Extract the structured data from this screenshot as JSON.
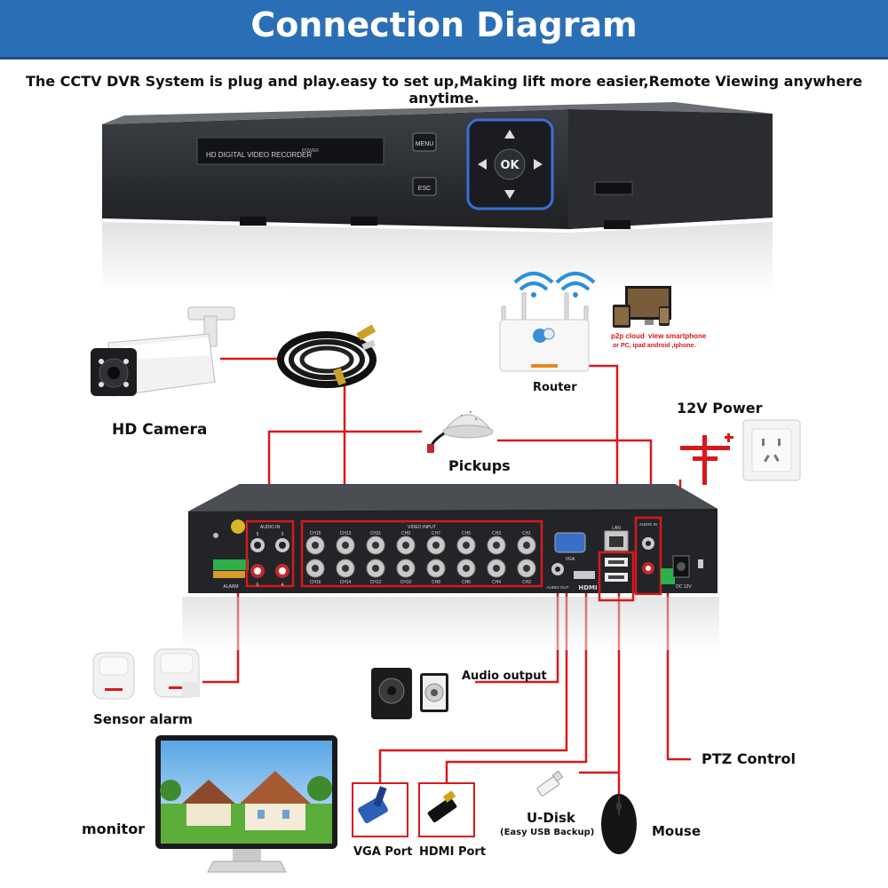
{
  "header": {
    "title": "Connection Diagram",
    "subtitle": "The CCTV DVR System is plug and play.easy to set up,Making lift more easier,Remote Viewing anywhere anytime."
  },
  "dvr_front": {
    "panel_text": "HD DIGITAL VIDEO RECORDER",
    "power_text": "POWER",
    "menu_label": "MENU",
    "esc_label": "ESC",
    "ok_label": "OK"
  },
  "devices": {
    "hd_camera": "HD Camera",
    "pickups": "Pickups",
    "router": "Router",
    "power": "12V Power",
    "sensor_alarm": "Sensor alarm",
    "audio_output": "Audio output",
    "ptz_control": "PTZ Control",
    "monitor": "monitor",
    "vga_port": "VGA Port",
    "hdmi_port": "HDMI Port",
    "u_disk": "U-Disk",
    "u_disk_note": "(Easy USB Backup)",
    "mouse": "Mouse",
    "p2p_line1_a": "p2p cloud",
    "p2p_line1_b": "view smartphone",
    "p2p_line2": "or PC, ipad android ,iphone."
  },
  "dvr_back": {
    "audio_in_label": "AUDIO IN",
    "video_input_label": "VIDEO INPUT",
    "vga_label": "VGA",
    "lan_label": "LAN",
    "hdmi_label": "HDMI",
    "audio_out_label": "AUDIO OUT",
    "alarm_label": "ALARM",
    "dc_label": "DC 12V",
    "audio_in_right_label": "AUDIO IN",
    "audio_in_numbers": [
      "5",
      "3",
      "6",
      "4"
    ],
    "channels_top": [
      "CH15",
      "CH13",
      "CH11",
      "CH9",
      "CH7",
      "CH5",
      "CH3",
      "CH1"
    ],
    "channels_bottom": [
      "CH16",
      "CH14",
      "CH12",
      "CH10",
      "CH8",
      "CH6",
      "CH4",
      "CH2"
    ]
  },
  "colors": {
    "banner": "#2a6fb6",
    "connector_line": "#d7191c",
    "highlight_box": "#d7191c",
    "dvr_body": "#2b2d31"
  }
}
